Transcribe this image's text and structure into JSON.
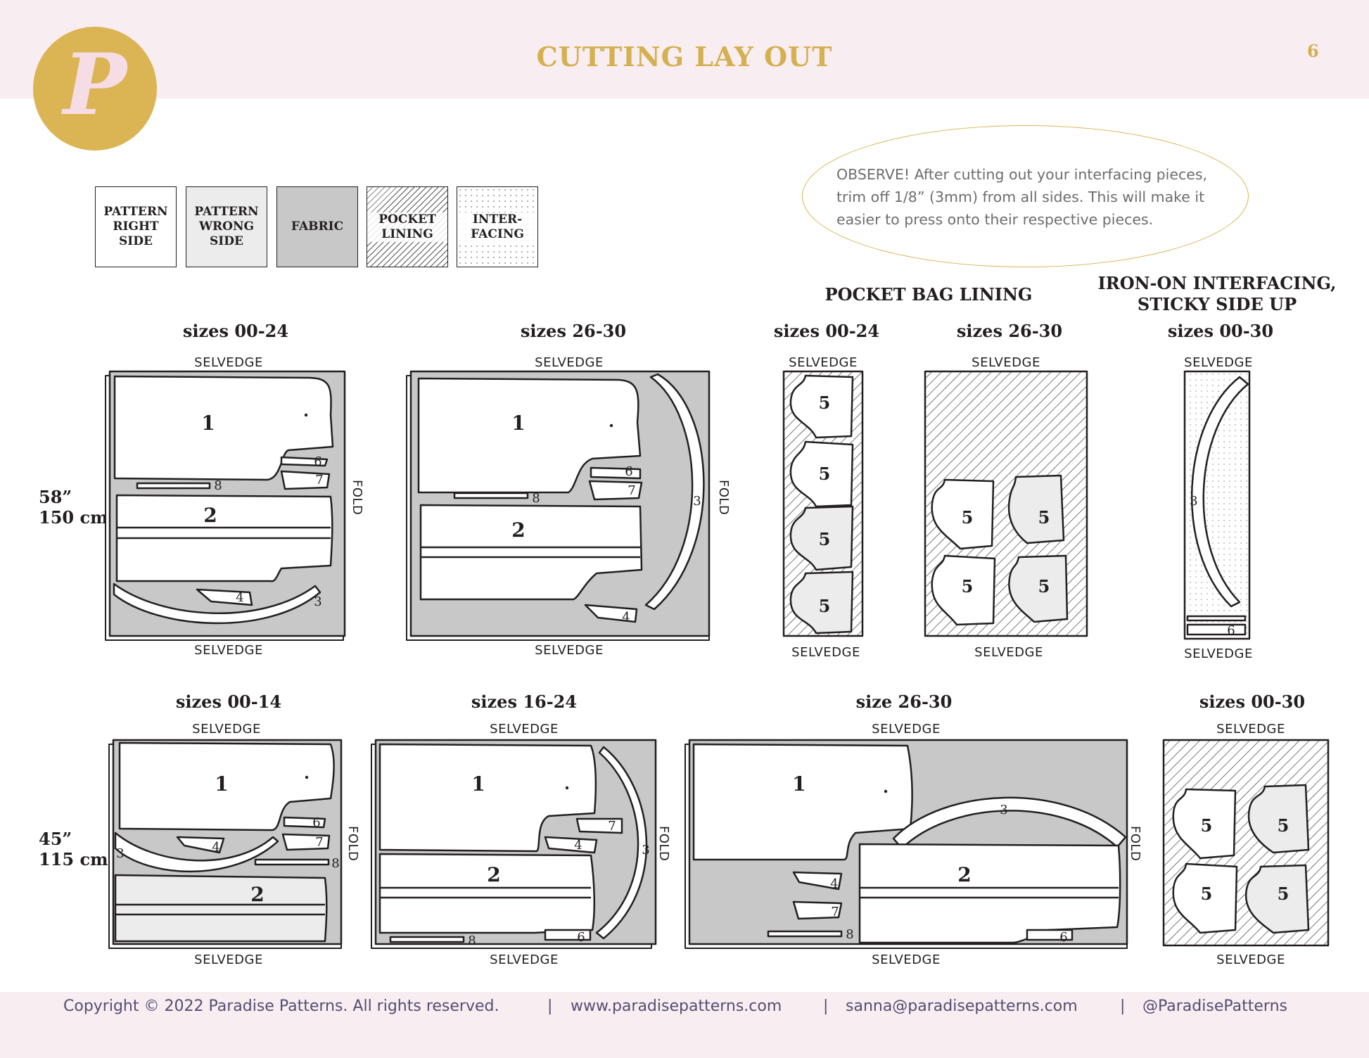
{
  "page": {
    "title": "CUTTING LAY OUT",
    "number": "6",
    "logo_letter": "P"
  },
  "legend": [
    {
      "label": "PATTERN RIGHT SIDE"
    },
    {
      "label": "PATTERN WRONG SIDE"
    },
    {
      "label": "FABRIC"
    },
    {
      "label": "POCKET LINING"
    },
    {
      "label": "INTER- FACING"
    }
  ],
  "note": "OBSERVE! After cutting out your interfacing pieces, trim off 1/8” (3mm) from all sides. This will make it easier to press onto their respective pieces.",
  "headings": {
    "pocket_bag": "POCKET BAG LINING",
    "interfacing": "IRON-ON INTERFACING, STICKY SIDE UP"
  },
  "widths": {
    "wide_in": "58”",
    "wide_cm": "150 cm",
    "narrow_in": "45”",
    "narrow_cm": "115 cm"
  },
  "labels": {
    "selvedge": "SELVEDGE",
    "fold": "FOLD"
  },
  "row1": {
    "fabric_a": "sizes 00-24",
    "fabric_b": "sizes 26-30",
    "pocket_a": "sizes 00-24",
    "pocket_b": "sizes 26-30",
    "interfacing": "sizes 00-30"
  },
  "row2": {
    "fabric_a": "sizes 00-14",
    "fabric_b": "sizes 16-24",
    "fabric_c": "size 26-30",
    "pocket": "sizes 00-30"
  },
  "piece_numbers": {
    "p1": "1",
    "p2": "2",
    "p3": "3",
    "p4": "4",
    "p5": "5",
    "p6": "6",
    "p7": "7",
    "p8": "8"
  },
  "footer": {
    "copyright": "Copyright © 2022 Paradise Patterns. All rights reserved.",
    "sep": "|",
    "website": "www.paradisepatterns.com",
    "email": "sanna@paradisepatterns.com",
    "social": "@ParadisePatterns"
  },
  "colors": {
    "gold": "#d4b050",
    "pink_band": "#f8edf1",
    "fabric": "#c8c8c8",
    "wrong_side": "#ececec",
    "footer_text": "#534e72"
  }
}
